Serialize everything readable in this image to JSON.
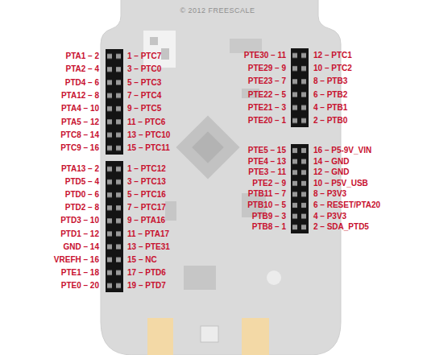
{
  "diagram": {
    "labels": [
      "© 2012 FREESCALE",
      "PTA1 – 2",
      "PTA2 – 4",
      "PTD4 – 6",
      "PTA12 – 8",
      "PTA4 – 10",
      "PTA5 – 12",
      "PTC8 – 14",
      "PTC9 – 16",
      "1 – PTC7",
      "3 – PTC0",
      "5 – PTC3",
      "7 – PTC4",
      "9 – PTC5",
      "11 – PTC6",
      "13 – PTC10",
      "15 – PTC11",
      "PTA13 – 2",
      "PTD5 – 4",
      "PTD0 – 6",
      "PTD2 – 8",
      "PTD3 – 10",
      "PTD1 – 12",
      "GND – 14",
      "VREFH – 16",
      "PTE1 – 18",
      "PTE0 – 20",
      "1 – PTC12",
      "3 – PTC13",
      "5 – PTC16",
      "7 – PTC17",
      "9 – PTA16",
      "11 – PTA17",
      "13 – PTE31",
      "15 – NC",
      "17 – PTD6",
      "19 – PTD7",
      "PTE30 – 11",
      "PTE29 – 9",
      "PTE23 – 7",
      "PTE22 – 5",
      "PTE21 – 3",
      "PTE20 – 1",
      "12 – PTC1",
      "10 – PTC2",
      "8 – PTB3",
      "6 – PTB2",
      "4 – PTB1",
      "2 – PTB0",
      "PTE5 – 15",
      "PTE4 – 13",
      "PTE3 – 11",
      "PTE2 – 9",
      "PTB11 – 7",
      "PTB10 – 5",
      "PTB9 – 3",
      "PTB8 – 1",
      "16 – P5-9V_VIN",
      "14 – GND",
      "12 – GND",
      "10 – P5V_USB",
      "8 – P3V3",
      "6 – RESET/PTA20",
      "4 – P3V3",
      "2 – SDA_PTD5"
    ]
  }
}
